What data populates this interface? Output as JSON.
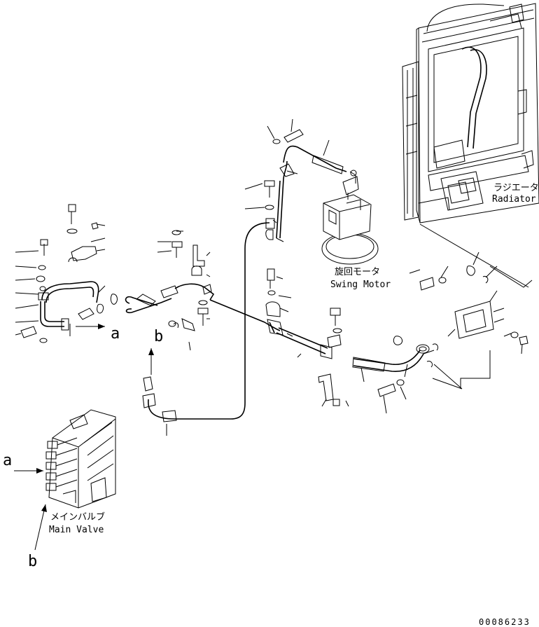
{
  "labels": {
    "radiator_jp": "ラジエータ",
    "radiator_en": "Radiator",
    "swing_motor_jp": "旋回モータ",
    "swing_motor_en": "Swing Motor",
    "main_valve_jp": "メインバルブ",
    "main_valve_en": "Main Valve",
    "ref_a_left": "a",
    "ref_b_left": "b",
    "ref_a_right": "a",
    "ref_b_right": "b",
    "drawing_number": "00086233"
  }
}
